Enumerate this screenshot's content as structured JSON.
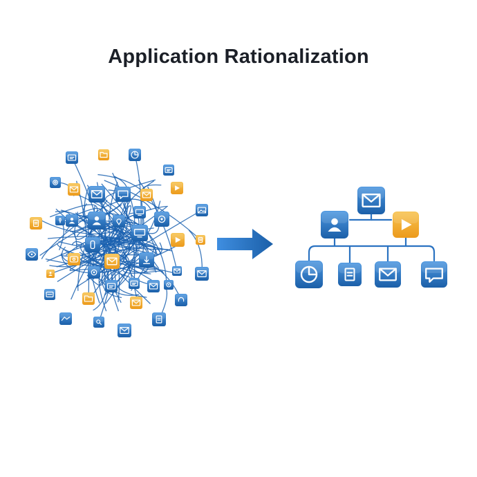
{
  "title": "Application Rationalization",
  "colors": {
    "blue": "#2a72c1",
    "blue_light": "#4d97e0",
    "blue_dark": "#1b5fa8",
    "orange": "#f1ab2c",
    "orange_light": "#f7c350",
    "line": "#1b61b0",
    "text": "#1b1f27"
  },
  "left_cluster": {
    "icons": [
      {
        "icon": "dashboard-icon",
        "color": "blue"
      },
      {
        "icon": "folder-icon",
        "color": "orange"
      },
      {
        "icon": "chart-icon",
        "color": "blue"
      },
      {
        "icon": "fullscreen-icon",
        "color": "blue"
      },
      {
        "icon": "lifebuoy-icon",
        "color": "blue"
      },
      {
        "icon": "mail-icon",
        "color": "orange"
      },
      {
        "icon": "mail-icon",
        "color": "blue"
      },
      {
        "icon": "chat-icon",
        "color": "blue"
      },
      {
        "icon": "mail-icon",
        "color": "orange"
      },
      {
        "icon": "play-icon",
        "color": "orange"
      },
      {
        "icon": "image-icon",
        "color": "blue"
      },
      {
        "icon": "user-icon",
        "color": "blue"
      },
      {
        "icon": "user-icon",
        "color": "blue"
      },
      {
        "icon": "document-icon",
        "color": "orange"
      },
      {
        "icon": "location-icon",
        "color": "blue"
      },
      {
        "icon": "settings-icon",
        "color": "blue"
      },
      {
        "icon": "monitor-icon",
        "color": "blue"
      },
      {
        "icon": "play-icon",
        "color": "orange"
      },
      {
        "icon": "note-icon",
        "color": "orange"
      },
      {
        "icon": "eye-icon",
        "color": "blue"
      },
      {
        "icon": "mobile-icon",
        "color": "blue"
      },
      {
        "icon": "camera-icon",
        "color": "orange"
      },
      {
        "icon": "mail-icon",
        "color": "orange"
      },
      {
        "icon": "download-icon",
        "color": "blue"
      },
      {
        "icon": "mail-icon",
        "color": "blue"
      },
      {
        "icon": "settings-icon",
        "color": "blue"
      },
      {
        "icon": "person-icon",
        "color": "orange"
      },
      {
        "icon": "puzzle-icon",
        "color": "blue"
      },
      {
        "icon": "dashboard-icon",
        "color": "blue"
      },
      {
        "icon": "mail-icon",
        "color": "blue"
      },
      {
        "icon": "briefcase-icon",
        "color": "orange"
      },
      {
        "icon": "mail-icon",
        "color": "orange"
      },
      {
        "icon": "headset-icon",
        "color": "blue"
      },
      {
        "icon": "keyboard-icon",
        "color": "blue"
      },
      {
        "icon": "search-icon",
        "color": "blue"
      },
      {
        "icon": "mail-icon",
        "color": "blue"
      },
      {
        "icon": "document-icon",
        "color": "blue"
      },
      {
        "icon": "hands-icon",
        "color": "blue"
      },
      {
        "icon": "mail-icon",
        "color": "blue"
      },
      {
        "icon": "gear-icon",
        "color": "blue"
      },
      {
        "icon": "mic-icon",
        "color": "blue"
      },
      {
        "icon": "monitor-icon",
        "color": "blue"
      }
    ]
  },
  "arrow": {
    "icon": "right-arrow-icon"
  },
  "right_tree": {
    "nodes": [
      {
        "icon": "mail-icon",
        "color": "blue",
        "level": 0
      },
      {
        "icon": "user-icon",
        "color": "blue",
        "level": 1
      },
      {
        "icon": "play-icon",
        "color": "orange",
        "level": 1
      },
      {
        "icon": "chart-icon",
        "color": "blue",
        "level": 2
      },
      {
        "icon": "document-icon",
        "color": "blue",
        "level": 2
      },
      {
        "icon": "mail-icon",
        "color": "blue",
        "level": 2
      },
      {
        "icon": "chat-icon",
        "color": "blue",
        "level": 2
      }
    ]
  }
}
